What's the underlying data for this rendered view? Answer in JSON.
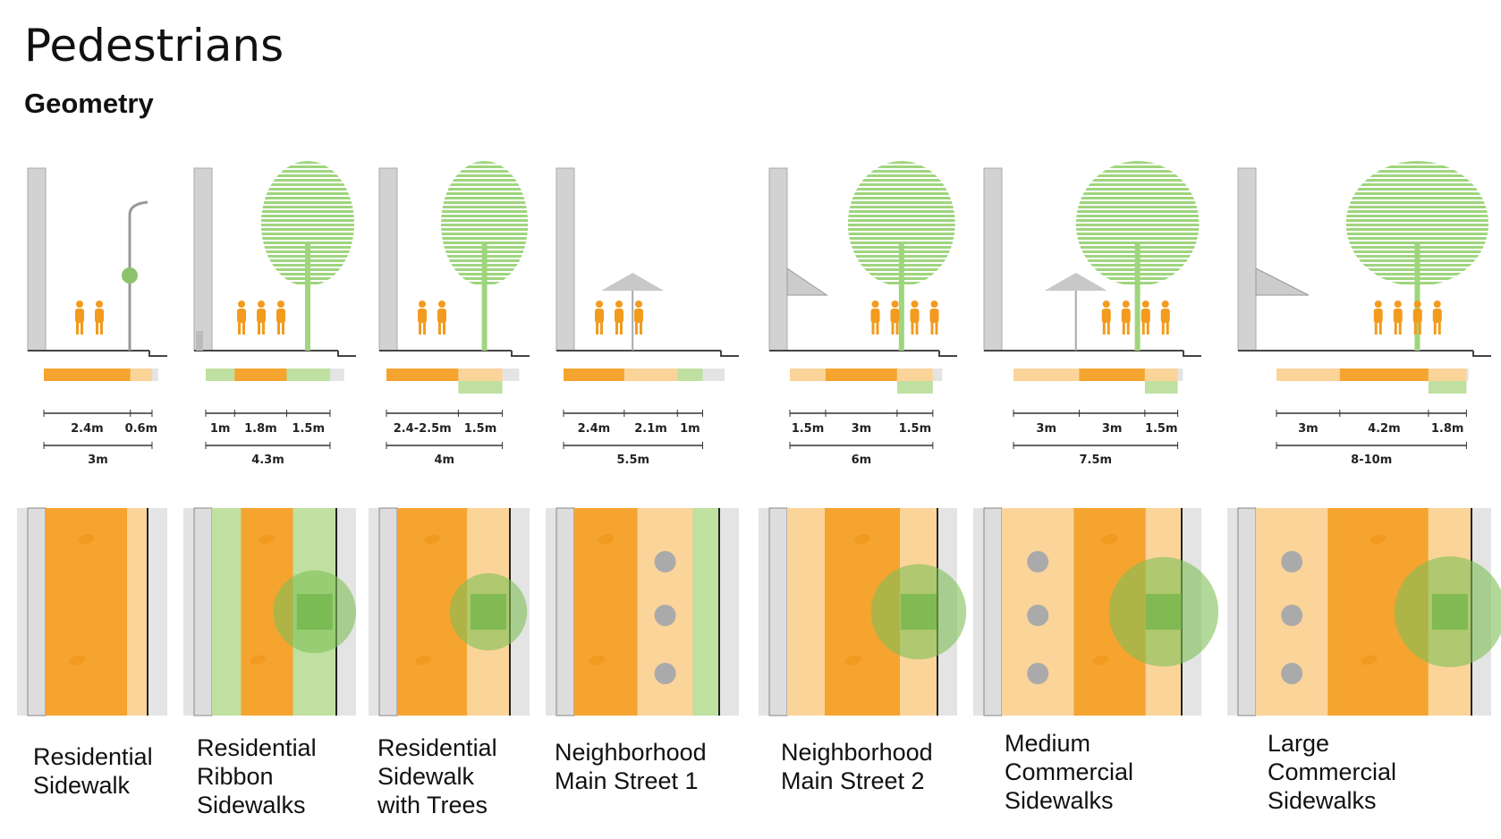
{
  "title": "Pedestrians",
  "subtitle": "Geometry",
  "colors": {
    "pedestrian": "#f5a42f",
    "frontage": "#fbd49a",
    "planting": "#bfe0a0",
    "edge": "#e4e4e4",
    "tree": "#9fd57d",
    "wall": "#d2d2d2",
    "people": "#f29b1f"
  },
  "panels": [
    {
      "name": "Residential Sidewalk",
      "label_lines": [
        "Residential",
        "Sidewalk"
      ],
      "feature": "lamp",
      "tree": false,
      "segments": [
        {
          "value": 2.4,
          "label": "2.4m",
          "type": "pedestrian"
        },
        {
          "value": 0.6,
          "label": "0.6m",
          "type": "frontage"
        }
      ],
      "total": "3m"
    },
    {
      "name": "Residential Ribbon Sidewalks",
      "label_lines": [
        "Residential",
        "Ribbon",
        "Sidewalks"
      ],
      "feature": "bin",
      "tree": true,
      "segments": [
        {
          "value": 1,
          "label": "1m",
          "type": "planting"
        },
        {
          "value": 1.8,
          "label": "1.8m",
          "type": "pedestrian"
        },
        {
          "value": 1.5,
          "label": "1.5m",
          "type": "planting"
        }
      ],
      "total": "4.3m"
    },
    {
      "name": "Residential Sidewalk with Trees",
      "label_lines": [
        "Residential",
        "Sidewalk",
        "with Trees"
      ],
      "feature": "none",
      "tree": true,
      "segments": [
        {
          "value": 2.45,
          "label": "2.4-2.5m",
          "type": "pedestrian"
        },
        {
          "value": 1.5,
          "label": "1.5m",
          "type": "frontage",
          "planting_below": true
        }
      ],
      "total": "4m"
    },
    {
      "name": "Neighborhood Main Street 1",
      "label_lines": [
        "Neighborhood",
        "Main Street 1"
      ],
      "feature": "umbrella",
      "tree": false,
      "segments": [
        {
          "value": 2.4,
          "label": "2.4m",
          "type": "pedestrian"
        },
        {
          "value": 2.1,
          "label": "2.1m",
          "type": "frontage"
        },
        {
          "value": 1,
          "label": "1m",
          "type": "planting"
        }
      ],
      "total": "5.5m"
    },
    {
      "name": "Neighborhood Main Street 2",
      "label_lines": [
        "Neighborhood",
        "Main Street 2"
      ],
      "feature": "awning",
      "tree": true,
      "segments": [
        {
          "value": 1.5,
          "label": "1.5m",
          "type": "frontage"
        },
        {
          "value": 3,
          "label": "3m",
          "type": "pedestrian"
        },
        {
          "value": 1.5,
          "label": "1.5m",
          "type": "frontage",
          "planting_below": true
        }
      ],
      "total": "6m"
    },
    {
      "name": "Medium Commercial Sidewalks",
      "label_lines": [
        "Medium",
        "Commercial",
        "Sidewalks"
      ],
      "feature": "umbrella",
      "tree": true,
      "segments": [
        {
          "value": 3,
          "label": "3m",
          "type": "frontage"
        },
        {
          "value": 3,
          "label": "3m",
          "type": "pedestrian"
        },
        {
          "value": 1.5,
          "label": "1.5m",
          "type": "frontage",
          "planting_below": true
        }
      ],
      "total": "7.5m"
    },
    {
      "name": "Large Commercial Sidewalks",
      "label_lines": [
        "Large",
        "Commercial",
        "Sidewalks"
      ],
      "feature": "awning",
      "tree": true,
      "segments": [
        {
          "value": 3,
          "label": "3m",
          "type": "frontage"
        },
        {
          "value": 4.2,
          "label": "4.2m",
          "type": "pedestrian"
        },
        {
          "value": 1.8,
          "label": "1.8m",
          "type": "frontage",
          "planting_below": true
        }
      ],
      "total": "8-10m"
    }
  ]
}
